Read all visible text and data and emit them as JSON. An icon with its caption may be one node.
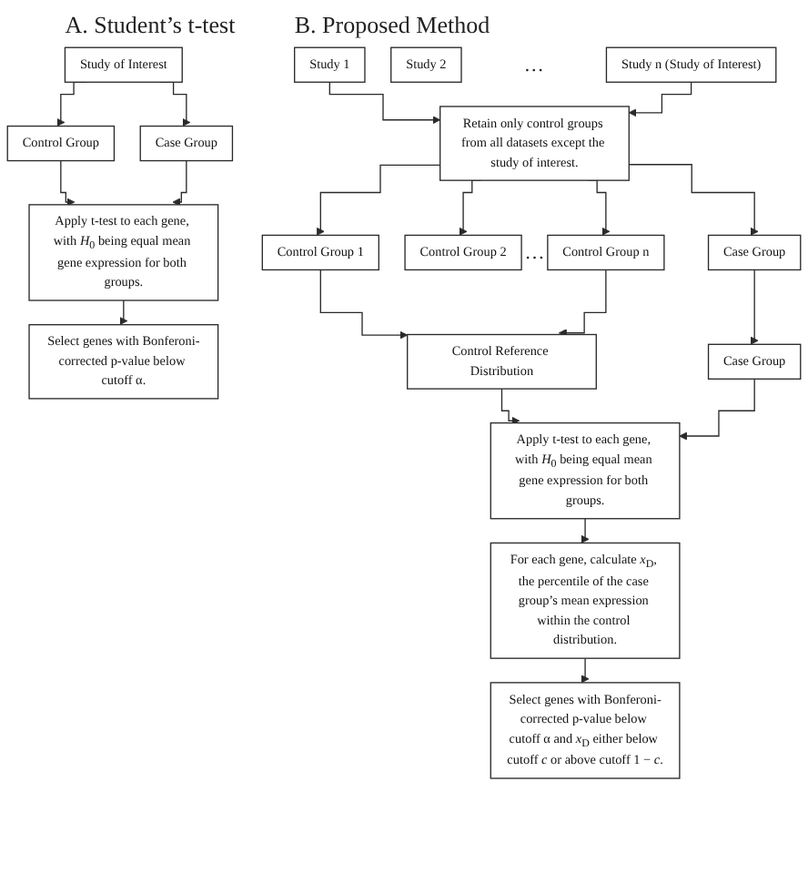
{
  "diagram": {
    "nodes": [
      {
        "text": [
          "Study of Interest"
        ]
      },
      {
        "text": [
          "Control Group"
        ]
      },
      {
        "text": [
          "Case Group"
        ]
      },
      {
        "text": [
          "Apply t-test to each gene, with *H*$_{0}$ being equal mean gene expression for both groups."
        ]
      },
      {
        "text": [
          "Select genes with Bonferoni-corrected p-value below cutoff α."
        ]
      },
      {
        "text": [
          "Study 1"
        ]
      },
      {
        "text": [
          "Study 2"
        ]
      },
      {
        "text": [
          "Study n (Study of Interest)"
        ]
      },
      {
        "text": [
          "Retain only control groups from all datasets except the study of interest."
        ]
      },
      {
        "text": [
          "Control Group 1"
        ]
      },
      {
        "text": [
          "Control Group 2"
        ]
      },
      {
        "text": [
          "Control Group n"
        ]
      },
      {
        "text": [
          "Case Group"
        ]
      },
      {
        "text": [
          "Control Reference Distribution"
        ]
      },
      {
        "text": [
          "Case Group"
        ]
      },
      {
        "text": [
          "Apply t-test to each gene, with *H*$_{0}$ being equal mean gene expression for both groups."
        ]
      },
      {
        "text": [
          "For each gene, calculate *x*$_{D}$, the percentile of the case group’s mean expression within the control distribution."
        ]
      },
      {
        "text": [
          "Select genes with Bonferoni-corrected p-value below cutoff α and *x*$_{D}$ either below cutoff *c* or above cutoff 1 − *c*."
        ]
      }
    ],
    "edges": [
      {
        "from": 0,
        "to": 1,
        "arrow": "to"
      },
      {
        "from": 0,
        "to": 2,
        "arrow": "to"
      },
      {
        "from": 1,
        "to": 3,
        "arrow": "to"
      },
      {
        "from": 2,
        "to": 3,
        "arrow": "to"
      },
      {
        "from": 3,
        "to": 4,
        "arrow": "to"
      },
      {
        "from": 5,
        "to": 8,
        "arrow": "to"
      },
      {
        "from": 7,
        "to": 8,
        "arrow": "to"
      },
      {
        "from": 8,
        "to": 9,
        "arrow": "to"
      },
      {
        "from": 8,
        "to": 10,
        "arrow": "to"
      },
      {
        "from": 8,
        "to": 11,
        "arrow": "to"
      },
      {
        "from": 8,
        "to": 12,
        "arrow": "to"
      },
      {
        "from": 9,
        "to": 13,
        "arrow": "to"
      },
      {
        "from": 11,
        "to": 13,
        "arrow": "to"
      },
      {
        "from": 12,
        "to": 14,
        "arrow": "to"
      },
      {
        "from": 13,
        "to": 15,
        "arrow": "to"
      },
      {
        "from": 14,
        "to": 15,
        "arrow": "to"
      },
      {
        "from": 15,
        "to": 16,
        "arrow": "to"
      },
      {
        "from": 16,
        "to": 17,
        "arrow": "to"
      }
    ],
    "labels": [
      "A. Student’s t-test",
      "B. Proposed Method",
      "…",
      "…"
    ]
  }
}
